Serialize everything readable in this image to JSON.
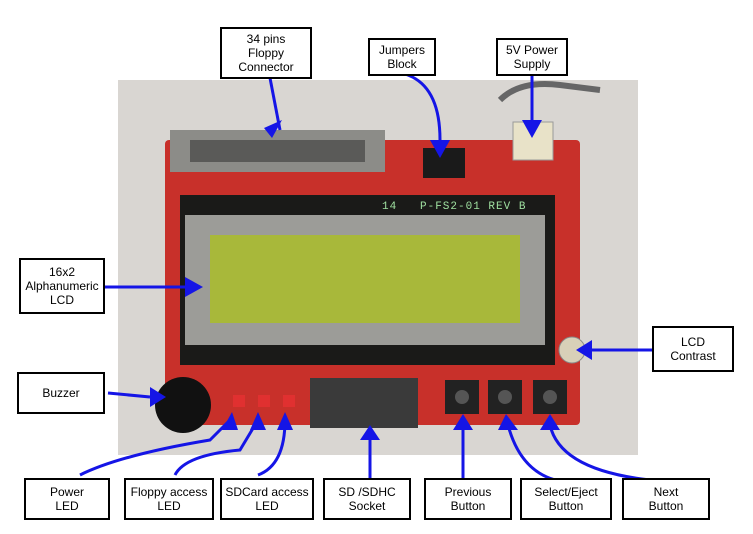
{
  "board": {
    "silkscreen_text": "P-FS2-01 REV B",
    "silkscreen_number": "14"
  },
  "callouts": {
    "floppy_connector": "34 pins\nFloppy\nConnector",
    "jumpers_block": "Jumpers\nBlock",
    "power_supply": "5V Power\nSupply",
    "lcd": "16x2\nAlphanumeric\nLCD",
    "lcd_contrast": "LCD\nContrast",
    "buzzer": "Buzzer",
    "power_led": "Power\nLED",
    "floppy_access_led": "Floppy access\nLED",
    "sdcard_access_led": "SDCard access\nLED",
    "sd_socket": "SD /SDHC\nSocket",
    "previous_button": "Previous\nButton",
    "select_eject_button": "Select/Eject\nButton",
    "next_button": "Next\nButton"
  },
  "colors": {
    "arrow": "#1515e6",
    "pcb": "#c8302a",
    "lcd_screen": "#a8b83a",
    "background_wall": "#d9d6d2"
  }
}
